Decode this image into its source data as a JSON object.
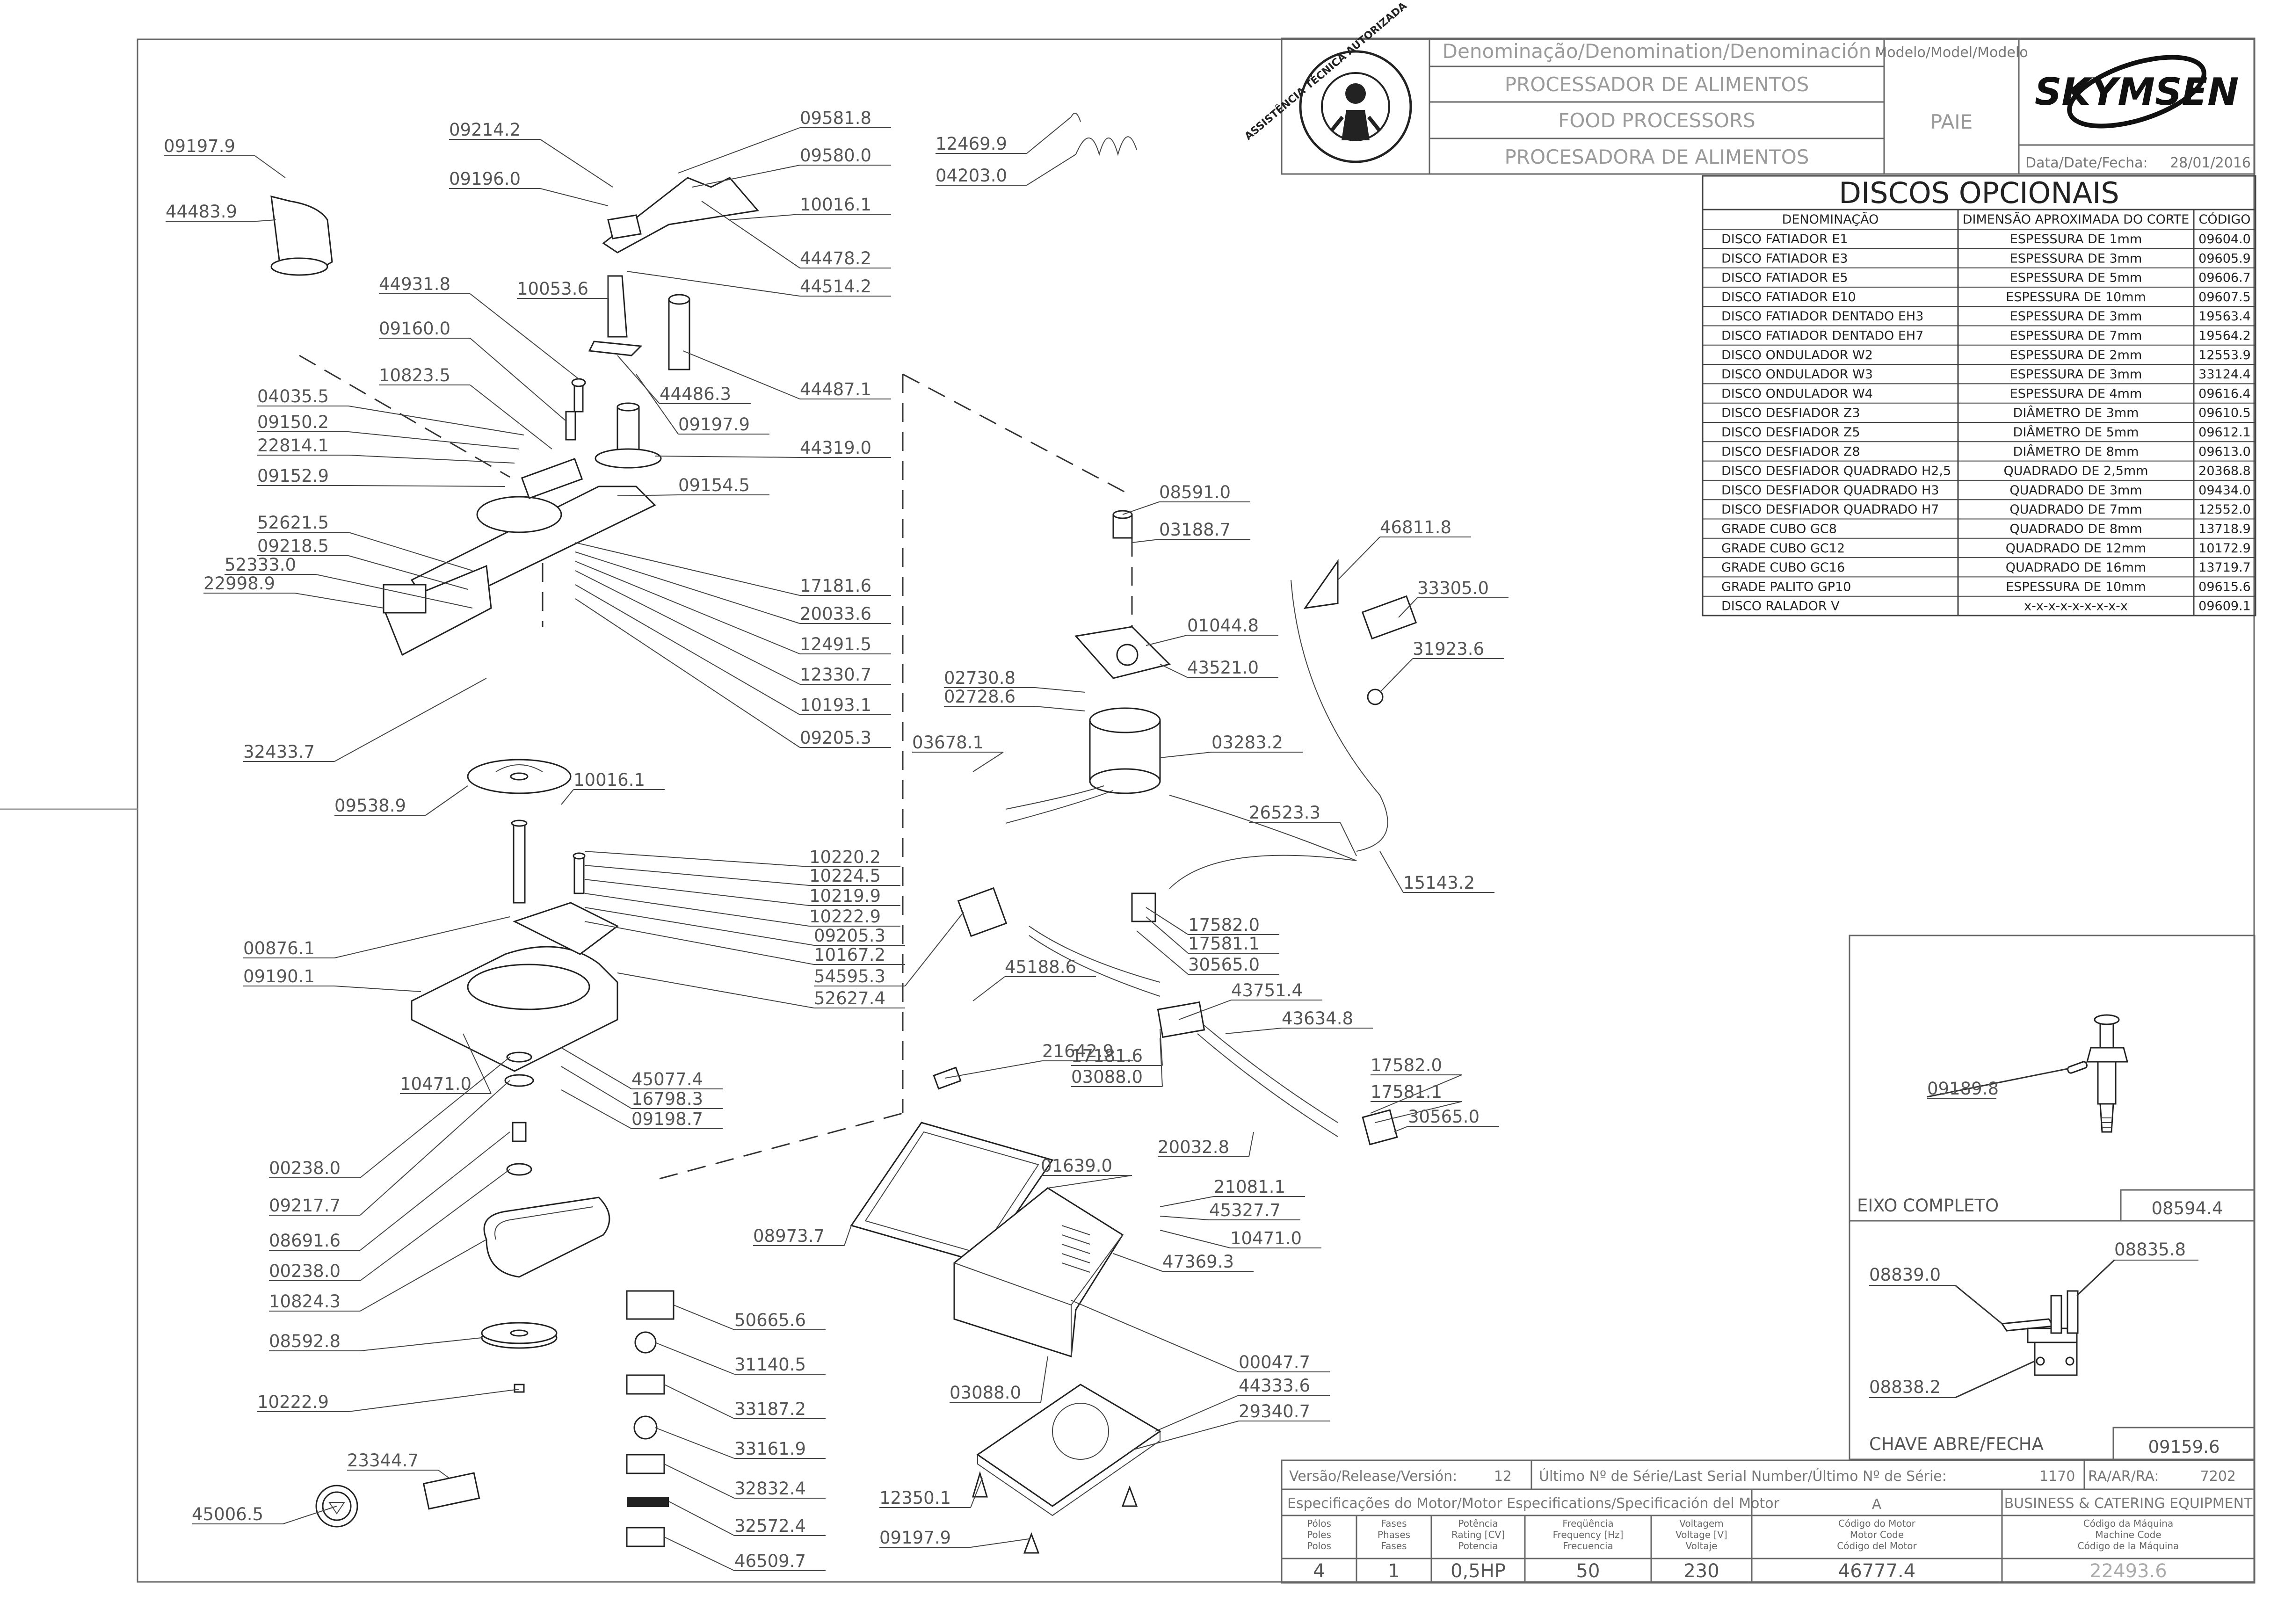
{
  "title_block": {
    "denomination_header": "Denominação/Denomination/Denominación",
    "names": [
      "PROCESSADOR DE ALIMENTOS",
      "FOOD PROCESSORS",
      "PROCESADORA DE ALIMENTOS"
    ],
    "model_header": "Modelo/Model/Modelo",
    "model": "PAIE",
    "brand": "SKYMSEN",
    "date_label": "Data/Date/Fecha:",
    "date": "28/01/2016",
    "seal_text": "ASSISTÊNCIA TÉCNICA AUTORIZADA"
  },
  "disc_table": {
    "title": "DISCOS OPCIONAIS",
    "headers": [
      "DENOMINAÇÃO",
      "DIMENSÃO APROXIMADA DO CORTE",
      "CÓDIGO"
    ],
    "rows": [
      [
        "DISCO FATIADOR E1",
        "ESPESSURA DE 1mm",
        "09604.0"
      ],
      [
        "DISCO FATIADOR E3",
        "ESPESSURA DE 3mm",
        "09605.9"
      ],
      [
        "DISCO FATIADOR E5",
        "ESPESSURA DE 5mm",
        "09606.7"
      ],
      [
        "DISCO FATIADOR E10",
        "ESPESSURA DE 10mm",
        "09607.5"
      ],
      [
        "DISCO FATIADOR DENTADO EH3",
        "ESPESSURA DE 3mm",
        "19563.4"
      ],
      [
        "DISCO FATIADOR DENTADO EH7",
        "ESPESSURA DE 7mm",
        "19564.2"
      ],
      [
        "DISCO ONDULADOR W2",
        "ESPESSURA DE 2mm",
        "12553.9"
      ],
      [
        "DISCO ONDULADOR W3",
        "ESPESSURA DE 3mm",
        "33124.4"
      ],
      [
        "DISCO ONDULADOR W4",
        "ESPESSURA DE 4mm",
        "09616.4"
      ],
      [
        "DISCO DESFIADOR Z3",
        "DIÂMETRO DE 3mm",
        "09610.5"
      ],
      [
        "DISCO DESFIADOR Z5",
        "DIÂMETRO DE 5mm",
        "09612.1"
      ],
      [
        "DISCO DESFIADOR Z8",
        "DIÂMETRO DE 8mm",
        "09613.0"
      ],
      [
        "DISCO DESFIADOR QUADRADO H2,5",
        "QUADRADO DE 2,5mm",
        "20368.8"
      ],
      [
        "DISCO DESFIADOR QUADRADO H3",
        "QUADRADO DE 3mm",
        "09434.0"
      ],
      [
        "DISCO DESFIADOR QUADRADO H7",
        "QUADRADO DE 7mm",
        "12552.0"
      ],
      [
        "GRADE CUBO GC8",
        "QUADRADO DE 8mm",
        "13718.9"
      ],
      [
        "GRADE CUBO GC12",
        "QUADRADO DE 12mm",
        "10172.9"
      ],
      [
        "GRADE CUBO GC16",
        "QUADRADO DE 16mm",
        "13719.7"
      ],
      [
        "GRADE PALITO GP10",
        "ESPESSURA DE 10mm",
        "09615.6"
      ],
      [
        "DISCO RALADOR V",
        "x-x-x-x-x-x-x-x-x",
        "09609.1"
      ]
    ]
  },
  "details": {
    "eixo_label": "EIXO COMPLETO",
    "eixo_code": "08594.4",
    "eixo_part": "09189.8",
    "chave_label": "CHAVE ABRE/FECHA",
    "chave_code": "09159.6",
    "chave_parts": [
      "08839.0",
      "08835.8",
      "08838.2"
    ]
  },
  "bottom_block": {
    "version_label": "Versão/Release/Versión:",
    "version": "12",
    "serial_label": "Último Nº de Série/Last Serial Number/Último Nº de Série:",
    "serial": "1170",
    "ra_label": "RA/AR/RA:",
    "ra": "7202",
    "motor_spec_label": "Especificações do Motor/Motor Especifications/Specificación del Motor",
    "motor_letter": "A",
    "business": "BUSINESS & CATERING EQUIPMENT",
    "columns": [
      {
        "h": [
          "Pólos",
          "Poles",
          "Polos"
        ],
        "v": "4"
      },
      {
        "h": [
          "Fases",
          "Phases",
          "Fases"
        ],
        "v": "1"
      },
      {
        "h": [
          "Potência",
          "Rating [CV]",
          "Potencia"
        ],
        "v": "0,5HP"
      },
      {
        "h": [
          "Freqüência",
          "Frequency [Hz]",
          "Frecuencia"
        ],
        "v": "50"
      },
      {
        "h": [
          "Voltagem",
          "Voltage [V]",
          "Voltaje"
        ],
        "v": "230"
      },
      {
        "h": [
          "Código do Motor",
          "Motor Code",
          "Código del Motor"
        ],
        "v": "46777.4"
      },
      {
        "h": [
          "Código da Máquina",
          "Machine Code",
          "Código de la Máquina"
        ],
        "v": "22493.6"
      }
    ]
  },
  "callouts": [
    "09197.9",
    "44483.9",
    "09214.2",
    "09196.0",
    "09581.8",
    "09580.0",
    "10016.1",
    "44478.2",
    "44514.2",
    "10053.6",
    "44931.8",
    "09160.0",
    "10823.5",
    "04035.5",
    "09150.2",
    "22814.1",
    "09152.9",
    "52621.5",
    "09218.5",
    "52333.0",
    "22998.9",
    "44486.3",
    "44487.1",
    "09197.9",
    "44319.0",
    "09154.5",
    "17181.6",
    "20033.6",
    "12491.5",
    "12330.7",
    "10193.1",
    "09205.3",
    "32433.7",
    "09538.9",
    "10016.1",
    "10220.2",
    "10224.5",
    "10219.9",
    "10222.9",
    "09205.3",
    "10167.2",
    "54595.3",
    "52627.4",
    "00876.1",
    "09190.1",
    "10471.0",
    "45077.4",
    "16798.3",
    "09198.7",
    "00238.0",
    "09217.7",
    "08691.6",
    "00238.0",
    "10824.3",
    "08592.8",
    "10222.9",
    "45006.5",
    "23344.7",
    "50665.6",
    "31140.5",
    "33187.2",
    "33161.9",
    "32832.4",
    "32572.4",
    "46509.7",
    "12469.9",
    "04203.0",
    "08591.0",
    "03188.7",
    "01044.8",
    "43521.0",
    "02730.8",
    "02728.6",
    "03678.1",
    "03283.2",
    "46811.8",
    "33305.0",
    "31923.6",
    "26523.3",
    "15143.2",
    "17582.0",
    "17581.1",
    "30565.0",
    "45188.6",
    "43751.4",
    "43634.8",
    "17181.6",
    "03088.0",
    "21642.9",
    "17582.0",
    "17581.1",
    "30565.0",
    "20032.8",
    "08973.7",
    "01639.0",
    "21081.1",
    "45327.7",
    "10471.0",
    "47369.3",
    "00047.7",
    "03088.0",
    "44333.6",
    "29340.7",
    "12350.1",
    "09197.9"
  ]
}
